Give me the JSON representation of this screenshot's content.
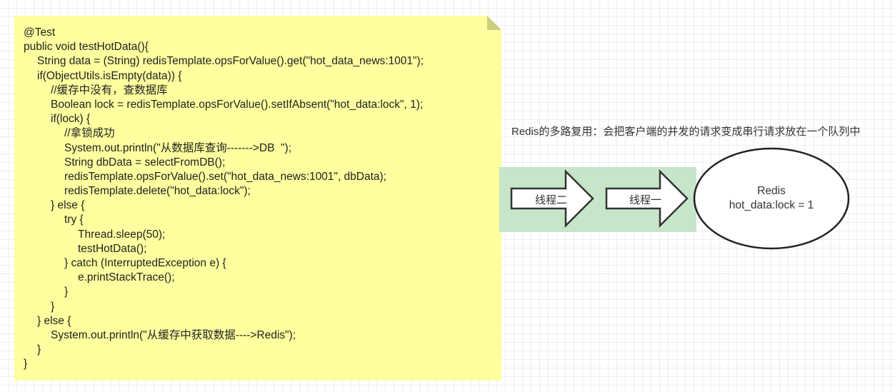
{
  "note": {
    "fill_color": "#ffff9f",
    "fold_color": "#cccc7f",
    "code_lines": [
      {
        "indent": 0,
        "text": "@Test"
      },
      {
        "indent": 0,
        "text": "public void testHotData(){"
      },
      {
        "indent": 1,
        "text": "String data = (String) redisTemplate.opsForValue().get(\"hot_data_news:1001\");"
      },
      {
        "indent": 1,
        "text": "if(ObjectUtils.isEmpty(data)) {"
      },
      {
        "indent": 2,
        "text": "//缓存中没有，查数据库"
      },
      {
        "indent": 2,
        "text": "Boolean lock = redisTemplate.opsForValue().setIfAbsent(\"hot_data:lock\", 1);"
      },
      {
        "indent": 2,
        "text": "if(lock) {"
      },
      {
        "indent": 3,
        "text": "//拿锁成功"
      },
      {
        "indent": 3,
        "text": "System.out.println(\"从数据库查询------->DB  \");"
      },
      {
        "indent": 3,
        "text": "String dbData = selectFromDB();"
      },
      {
        "indent": 3,
        "text": "redisTemplate.opsForValue().set(\"hot_data_news:1001\", dbData);"
      },
      {
        "indent": 3,
        "text": "redisTemplate.delete(\"hot_data:lock\");"
      },
      {
        "indent": 2,
        "text": "} else {"
      },
      {
        "indent": 3,
        "text": "try {"
      },
      {
        "indent": 4,
        "text": "Thread.sleep(50);"
      },
      {
        "indent": 4,
        "text": "testHotData();"
      },
      {
        "indent": 3,
        "text": "} catch (InterruptedException e) {"
      },
      {
        "indent": 4,
        "text": "e.printStackTrace();"
      },
      {
        "indent": 3,
        "text": "}"
      },
      {
        "indent": 2,
        "text": "}"
      },
      {
        "indent": 1,
        "text": "} else {"
      },
      {
        "indent": 2,
        "text": "System.out.println(\"从缓存中获取数据---->Redis\");"
      },
      {
        "indent": 1,
        "text": "}"
      },
      {
        "indent": 0,
        "text": "}"
      }
    ]
  },
  "caption": "Redis的多路复用：会把客户端的并发的请求变成串行请求放在一个队列中",
  "queue": {
    "fill_color": "#c7e5c9",
    "arrows": [
      {
        "label": "线程二"
      },
      {
        "label": "线程一"
      }
    ]
  },
  "redis_node": {
    "title": "Redis",
    "value": "hot_data:lock = 1"
  }
}
